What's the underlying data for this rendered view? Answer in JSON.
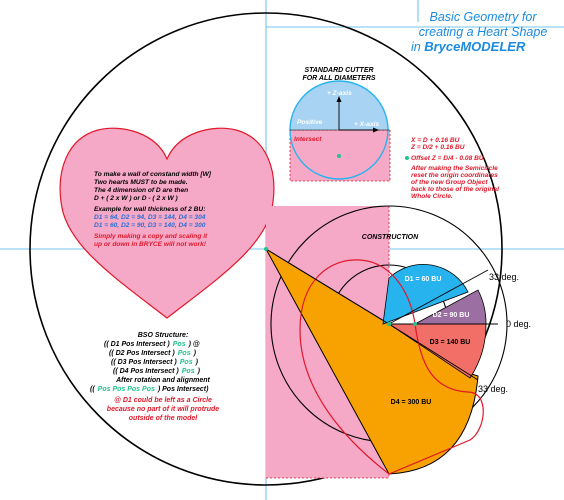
{
  "title": {
    "line1": "Basic Geometry for",
    "line2": "creating a Heart Shape",
    "line3_prefix": "in ",
    "line3_bold": "BryceMODELER"
  },
  "cutter": {
    "heading1": "STANDARD CUTTER",
    "heading2": "FOR ALL DIAMETERS",
    "z_axis": "+ Z-axis",
    "x_axis": "+ X-axis",
    "positive": "Positive",
    "intersect": "Intersect"
  },
  "formulas": {
    "x": "X = D + 0.16 BU",
    "z": "Z = D/2 + 0.16 BU",
    "offset": "Offset Z = D/4 - 0.08 BU",
    "note1": "After making the Semicircle",
    "note2": "reset the origin coordinates",
    "note3": "of the new Group Object",
    "note4": "back to those of the original",
    "note5": "Whole Circle."
  },
  "heart_text": {
    "l1": "To make a wall of constand width [W]",
    "l2": "Two hearts MUST to be made.",
    "l3": "The 4 dimension of D are then",
    "l4": "D + ( 2 x W ) or D - ( 2 x W )",
    "l5": "Example for wall thickness of 2 BU:",
    "l6": "D1 = 64, D2 = 94, D3 = 144, D4 = 304",
    "l7": "D1 = 60, D2 = 90, D3 = 140, D4 = 300",
    "l8": "Simply making a copy and scaling it",
    "l9": "up or down in BRYCE will not work!"
  },
  "bso": {
    "title": "BSO Structure:",
    "row1_a": "(( D1 Pos Intersect )",
    "row1_b": "Pos",
    "row1_c": ") @",
    "row2_a": "(( D2 Pos Intersect )",
    "row2_b": "Pos",
    "row2_c": ")",
    "row3_a": "(( D3 Pos Intersect )",
    "row3_b": "Pos",
    "row3_c": ")",
    "row4_a": "(( D4 Pos Intersect )",
    "row4_b": "Pos",
    "row4_c": ")",
    "after1": "After rotation and alignment",
    "after2_a": "((",
    "after2_b": "Pos Pos Pos Pos",
    "after2_c": ") Pos Intersect)",
    "note1": "@ D1 could be left as a Circle",
    "note2": "because no part of it will protrude",
    "note3": "outside of the model"
  },
  "construction": {
    "label": "CONSTRUCTION",
    "d1": "D1 = 60 BU",
    "d2": "D2 = 90 BU",
    "d3": "D3 = 140 BU",
    "d4": "D4 = 300 BU",
    "deg1": "33 deg.",
    "deg2": "0 deg.",
    "deg3": "33 deg."
  },
  "colors": {
    "pink": "#f6a9c6",
    "cyan": "#27b4ee",
    "purple": "#9c6fa3",
    "salmon": "#f16f66",
    "orange": "#f7a200",
    "guide": "#45b1e6"
  }
}
